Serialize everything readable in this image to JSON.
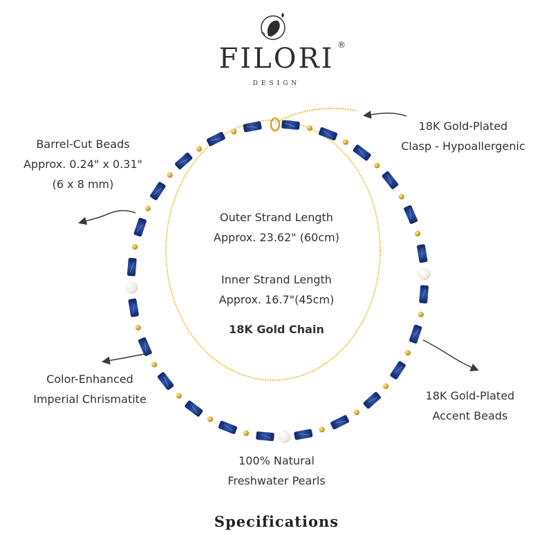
{
  "brand": {
    "name": "FILORI",
    "registered_mark": "®",
    "subtitle": "DESIGN",
    "logo_icon": "gemstone-leaf-icon"
  },
  "callouts": {
    "clasp": {
      "line1": "18K Gold-Plated",
      "line2": "Clasp - Hypoallergenic"
    },
    "beads": {
      "line1": "Barrel-Cut Beads",
      "line2": "Approx. 0.24\" x 0.31\"",
      "line3": "(6 x 8 mm)"
    },
    "outer": {
      "line1": "Outer Strand Length",
      "line2": "Approx. 23.62\" (60cm)"
    },
    "inner": {
      "line1": "Inner Strand Length",
      "line2": "Approx. 16.7\"(45cm)"
    },
    "chain": {
      "line1": "18K Gold Chain"
    },
    "stone": {
      "line1": "Color-Enhanced",
      "line2": "Imperial Chrismatite"
    },
    "accent": {
      "line1": "18K Gold-Plated",
      "line2": "Accent Beads"
    },
    "pearls": {
      "line1": "100% Natural",
      "line2": "Freshwater Pearls"
    }
  },
  "footer": {
    "title": "Specifications"
  },
  "colors": {
    "lapis_dark": "#17307a",
    "lapis_mid": "#2a4ca8",
    "gold": "#d4a72c",
    "gold_chain": "#e8c34a",
    "pearl": "#f6f2ea",
    "text": "#333333",
    "arrow": "#3a3a3a"
  }
}
